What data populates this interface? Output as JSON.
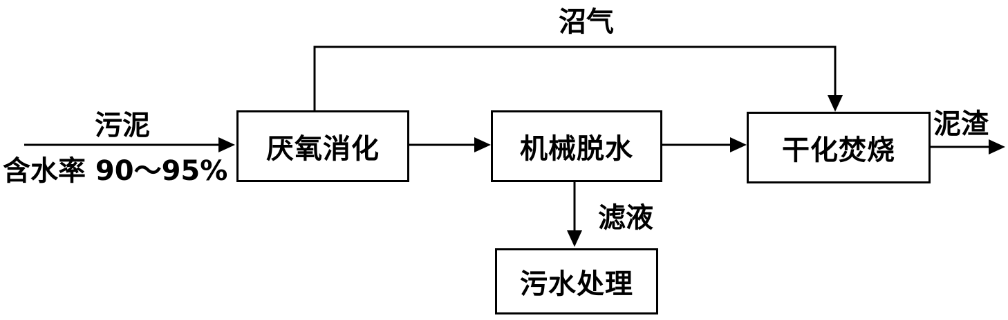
{
  "nodes": {
    "digestion": "厌氧消化",
    "dewatering": "机械脱水",
    "incineration": "干化焚烧",
    "sewage_treatment": "污水处理"
  },
  "edge_labels": {
    "sludge": "污泥",
    "moisture": "含水率 90～95%",
    "biogas": "沼气",
    "filtrate": "滤液",
    "residue": "泥渣"
  }
}
